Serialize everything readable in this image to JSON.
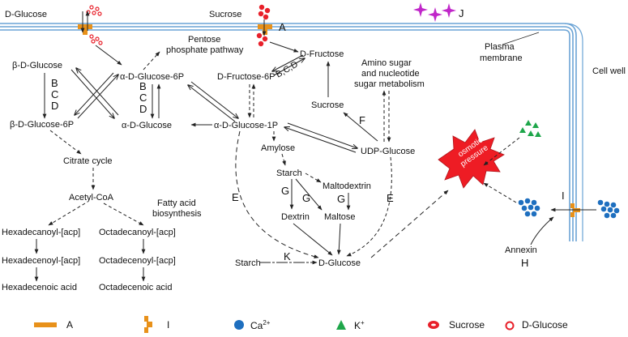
{
  "membrane": {
    "plasma": [
      "Plasma",
      "membrane"
    ],
    "cell_wall": "Cell well"
  },
  "labels": {
    "d_glucose_top": "D-Glucose",
    "sucrose_top": "Sucrose",
    "A": "A",
    "J": "J",
    "I": "I",
    "H": "H",
    "pentose": [
      "Pentose",
      "phosphate pathway"
    ],
    "d_fructose": "D-Fructose",
    "bcd_diag": "B,C,D",
    "amino_sugar": [
      "Amino sugar",
      "and nucleotide",
      "sugar metabolism"
    ],
    "beta_glc": "β-D-Glucose",
    "B": "B",
    "C": "C",
    "D": "D",
    "beta_glc6p": "β-D-Glucose-6P",
    "alpha_glc6p": "α-D-Glucose-6P",
    "alpha_glc": "α-D-Glucose",
    "fru6p": "D-Fructose-6P",
    "sucrose_mid": "Sucrose",
    "F": "F",
    "alpha_glc1p": "α-D-Glucose-1P",
    "udp_glc": "UDP-Glucose",
    "citrate": "Citrate cycle",
    "amylose": "Amylose",
    "starch_mid": "Starch",
    "maltodextrin": "Maltodextrin",
    "G": "G",
    "dextrin": "Dextrin",
    "maltose": "Maltose",
    "E": "E",
    "acetyl": "Acetyl-CoA",
    "fatty_acid": [
      "Fatty acid",
      "biosynthesis"
    ],
    "hexadecanoyl": "Hexadecanoyl-[acp]",
    "octadecanoyl": "Octadecanoyl-[acp]",
    "hexadecenoyl": "Hexadecenoyl-[acp]",
    "octadecenoyl": "Octadecenoyl-[acp]",
    "hexadecenoic": "Hexadecenoic acid",
    "octadecenoic": "Octadecenoic acid",
    "starch_bottom": "Starch",
    "K": "K",
    "d_glucose_bottom": "D-Glucose",
    "annexin": "Annexin",
    "osmotic": [
      "osmotic",
      "pressure"
    ]
  },
  "legend": {
    "A": "A",
    "I": "I",
    "ca": "Ca",
    "ca_sup": "2+",
    "k": "K",
    "k_sup": "+",
    "sucrose": "Sucrose",
    "d_glucose": "D-Glucose"
  },
  "colors": {
    "membrane": "#6aa3d5",
    "transporter": "#e8911a",
    "sucrose": "#e8202a",
    "j_star": "#c026c9",
    "potassium": "#1ea64a",
    "calcium": "#1e6fbf",
    "burst": "#ee1c24"
  }
}
